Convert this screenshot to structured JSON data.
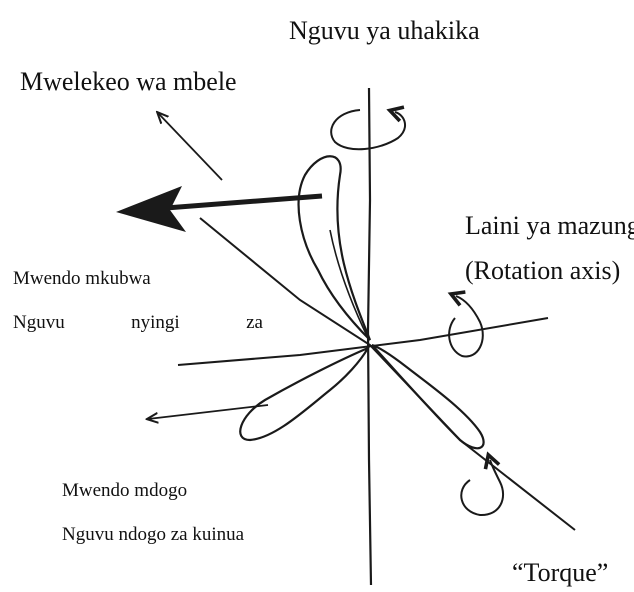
{
  "labels": {
    "vertical_force": "Nguvu ya uhakika",
    "forward_direction": "Mwelekeo wa mbele",
    "rotation_axis": "Laini ya mazunguko",
    "rotation_axis_en": "(Rotation axis)",
    "large_motion": "Mwendo mkubwa",
    "large_force_words": [
      "Nguvu",
      "nyingi",
      "za"
    ],
    "small_motion": "Mwendo mdogo",
    "small_force": "Nguvu ndogo za kuinua",
    "torque": "“Torque”"
  },
  "colors": {
    "ink": "#1a1a1a",
    "background": "#ffffff"
  }
}
